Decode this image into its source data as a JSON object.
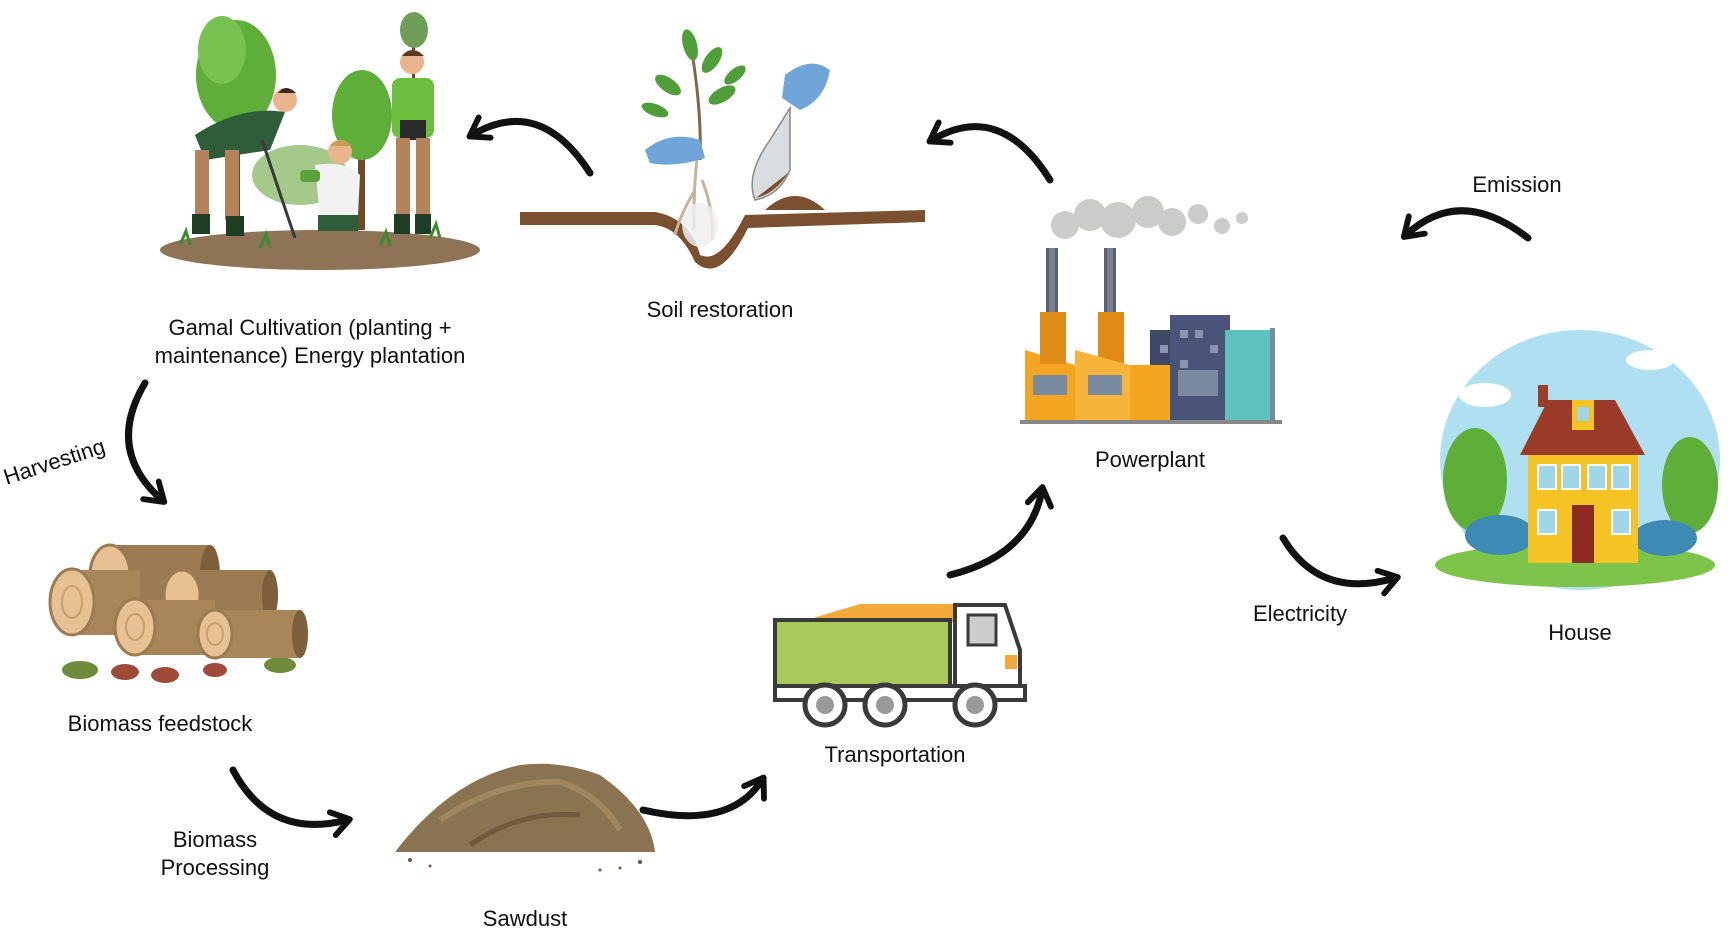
{
  "nodes": {
    "cultivation": {
      "label": "Gamal Cultivation (planting + maintenance) Energy plantation",
      "icon": "people-planting-trees-icon"
    },
    "soil": {
      "label": "Soil restoration",
      "icon": "seedling-in-soil-icon"
    },
    "powerplant": {
      "label": "Powerplant",
      "icon": "factory-icon"
    },
    "house": {
      "label": "House",
      "icon": "house-icon"
    },
    "transportation": {
      "label": "Transportation",
      "icon": "truck-icon"
    },
    "sawdust": {
      "label": "Sawdust",
      "icon": "sawdust-pile-icon"
    },
    "feedstock": {
      "label": "Biomass feedstock",
      "icon": "wood-logs-icon"
    }
  },
  "edges": {
    "harvesting": "Harvesting",
    "processing": "Biomass Processing",
    "electricity": "Electricity",
    "emission": "Emission"
  },
  "colors": {
    "arrow": "#111111",
    "leaf_green": "#5fae3a",
    "factory_orange": "#f4a521",
    "house_yellow": "#f6c324",
    "roof_brown": "#9b3b2a",
    "truck_green": "#a9c95a",
    "sawdust_brown": "#8a7350",
    "wood_brown": "#9c7a52",
    "sky_blue": "#aee0f2"
  }
}
